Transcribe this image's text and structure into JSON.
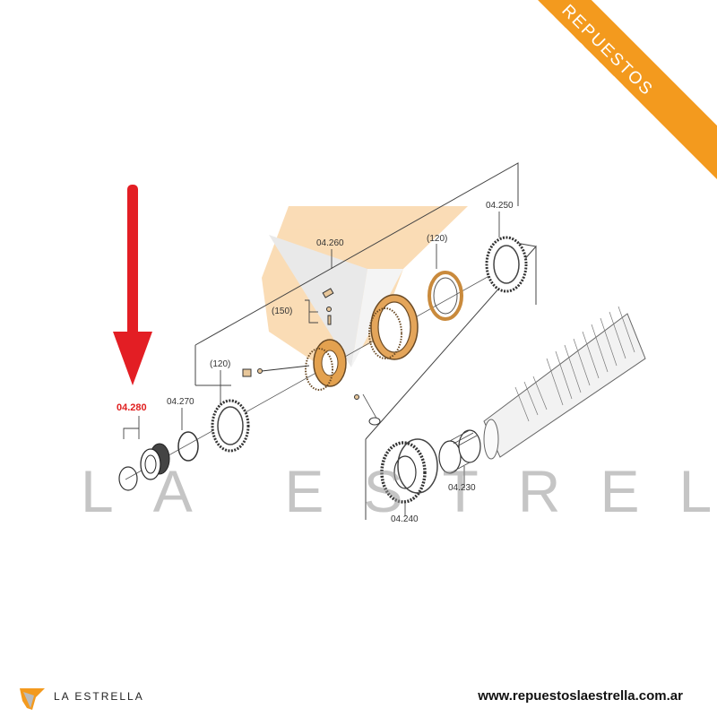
{
  "brand": {
    "ribbon_top_text": "REPUESTOS",
    "ribbon_main_text": "LA ESTRELLA",
    "watermark": "LA ESTRELLA",
    "footer_brand_name": "LA ESTRELLA",
    "website": "www.repuestoslaestrella.com.ar",
    "accent_color": "#f39a1e",
    "arrow_color": "#e31e24"
  },
  "diagram": {
    "highlighted_part": "04.280",
    "labels": {
      "p04250": "04.250",
      "p04260": "04.260",
      "p120_upper": "(120)",
      "p150": "(150)",
      "p120_lower": "(120)",
      "p04270": "04.270",
      "p04230": "04.230",
      "p04240": "04.240"
    }
  }
}
